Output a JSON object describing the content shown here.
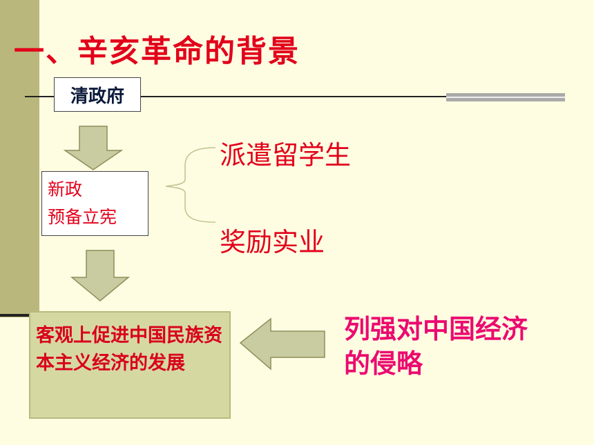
{
  "title": "一、辛亥革命的背景",
  "qing_government": "清政府",
  "new_policy": {
    "line1": "新政",
    "line2": "预备立宪"
  },
  "measures": [
    "派遣留学生",
    "奖励实业"
  ],
  "result": "客观上促进中国民族资本主义经济的发展",
  "foreign_powers": "列强对中国经济的侵略",
  "colors": {
    "background": "#FEFDE2",
    "accent_bar": "#B9B77C",
    "arrow_fill": "#C9CBA0",
    "arrow_stroke": "#8E8E5A",
    "title_red": "#E2001A",
    "pink": "#EB0A70"
  }
}
